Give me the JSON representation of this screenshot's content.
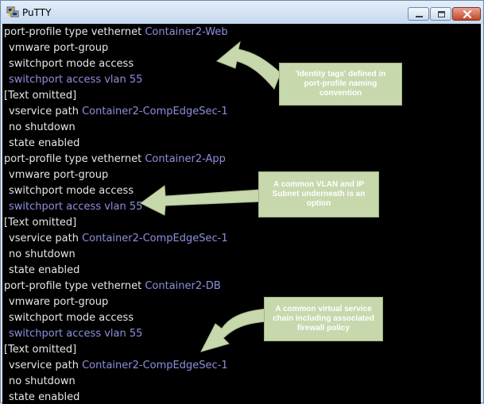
{
  "window": {
    "title": "PuTTY",
    "icon": "putty-icon"
  },
  "terminal": {
    "lines": [
      {
        "indent": false,
        "text": "port-profile type vethernet ",
        "highlight": "Container2-Web"
      },
      {
        "indent": true,
        "text": "vmware port-group",
        "highlight": ""
      },
      {
        "indent": true,
        "text": "switchport mode access",
        "highlight": ""
      },
      {
        "indent": true,
        "text": "",
        "highlight": "switchport access vlan 55"
      },
      {
        "indent": false,
        "text": "[Text omitted]",
        "highlight": ""
      },
      {
        "indent": true,
        "text": "vservice path ",
        "highlight": "Container2-CompEdgeSec-1"
      },
      {
        "indent": true,
        "text": "no shutdown",
        "highlight": ""
      },
      {
        "indent": true,
        "text": "state enabled",
        "highlight": ""
      },
      {
        "indent": false,
        "text": "port-profile type vethernet ",
        "highlight": "Container2-App"
      },
      {
        "indent": true,
        "text": "vmware port-group",
        "highlight": ""
      },
      {
        "indent": true,
        "text": "switchport mode access",
        "highlight": ""
      },
      {
        "indent": true,
        "text": "",
        "highlight": "switchport access vlan 55"
      },
      {
        "indent": false,
        "text": "[Text omitted]",
        "highlight": ""
      },
      {
        "indent": true,
        "text": "vservice path ",
        "highlight": "Container2-CompEdgeSec-1"
      },
      {
        "indent": true,
        "text": "no shutdown",
        "highlight": ""
      },
      {
        "indent": true,
        "text": "state enabled",
        "highlight": ""
      },
      {
        "indent": false,
        "text": "port-profile type vethernet ",
        "highlight": "Container2-DB"
      },
      {
        "indent": true,
        "text": "vmware port-group",
        "highlight": ""
      },
      {
        "indent": true,
        "text": "switchport mode access",
        "highlight": ""
      },
      {
        "indent": true,
        "text": "",
        "highlight": "switchport access vlan 55"
      },
      {
        "indent": false,
        "text": "[Text omitted]",
        "highlight": ""
      },
      {
        "indent": true,
        "text": "vservice path ",
        "highlight": "Container2-CompEdgeSec-1"
      },
      {
        "indent": true,
        "text": "no shutdown",
        "highlight": ""
      },
      {
        "indent": true,
        "text": "state enabled",
        "highlight": ""
      }
    ]
  },
  "callouts": {
    "identity": {
      "lines": [
        "'Identity tags' defined in",
        "port-profile naming",
        "convention"
      ]
    },
    "vlan": {
      "lines": [
        "A common VLAN and IP",
        "Subnet underneath is an",
        "option"
      ]
    },
    "service": {
      "lines": [
        "A common virtual service",
        "chain including associated",
        "firewall policy"
      ]
    }
  },
  "colors": {
    "terminal_bg": "#000000",
    "terminal_text": "#e6e6e6",
    "highlight_text": "#8e8ee0",
    "callout_fill": "#c7d8ad"
  }
}
